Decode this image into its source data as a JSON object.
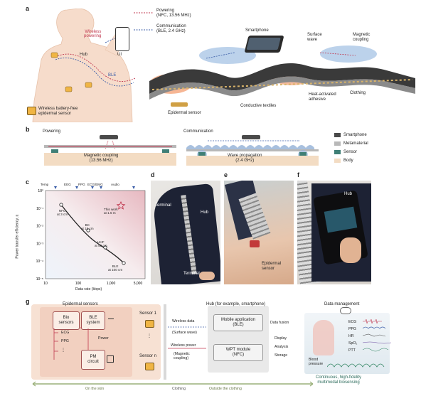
{
  "panel_labels": {
    "a": "a",
    "b": "b",
    "c": "c",
    "d": "d",
    "e": "e",
    "f": "f",
    "g": "g"
  },
  "panel_a": {
    "wireless_powering": "Wireless\npowering",
    "hub": "Hub",
    "ui": "UI",
    "ble": "BLE",
    "sensor_caption": "Wireless battery-free\nepidermal sensor",
    "legend_powering": "Powering\n(NFC, 13.56 MHz)",
    "legend_communication": "Communication\n(BLE, 2.4 GHz)",
    "smartphone": "Smartphone",
    "surface_wave": "Surface\nwave",
    "magnetic_coupling": "Magnetic\ncoupling",
    "clothing": "Clothing",
    "heat_adhesive": "Heat-activated\nadhesive",
    "conductive_textiles": "Conductive textiles",
    "epidermal_sensor": "Epidermal sensor"
  },
  "panel_b": {
    "powering": "Powering",
    "magnetic_coupling": "Magnetic coupling\n(13.56 MHz)",
    "communication": "Communication",
    "wave_propagation": "Wave propagation\n(2.4 GHz)",
    "legend": [
      {
        "label": "Smartphone",
        "color": "#4a4a4a"
      },
      {
        "label": "Metamaterial",
        "color": "#b8b8b8"
      },
      {
        "label": "Sensor",
        "color": "#3f7f76"
      },
      {
        "label": "Body",
        "color": "#f3dcc3"
      }
    ]
  },
  "panel_c": {
    "top_labels": [
      "Temp",
      "EEG",
      "PPG",
      "ECG/EMG",
      "Audio"
    ],
    "ylabel": "Power transfer efficiency, η",
    "xlabel": "Data rate (kbps)",
    "x_ticks": [
      "10",
      "100",
      "1,000",
      "5,000"
    ],
    "y_ticks": [
      "10⁰",
      "10⁻¹",
      "10⁻²",
      "10⁻³",
      "10⁻⁴",
      "10⁻⁵"
    ],
    "points": [
      {
        "label": "NFC\nat 3 cm"
      },
      {
        "label": "BC\nat 15 cm"
      },
      {
        "label": "UHF\nat 50 cm"
      },
      {
        "label": "BLE\nat 100 cm"
      }
    ],
    "star_label": "This work\nat 1.5 m"
  },
  "panel_d": {
    "terminal_top": "Terminal",
    "hub": "Hub",
    "terminal_bottom": "Terminal"
  },
  "panel_e": {
    "epidermal_sensor": "Epidermal\nsensor"
  },
  "panel_f": {
    "hub": "Hub"
  },
  "panel_g": {
    "epidermal_sensors_title": "Epidermal sensors",
    "bio_sensors": "Bio\nsensors",
    "ble_system": "BLE\nsystem",
    "ecg": "ECG",
    "ppg": "PPG",
    "dots": "⋮",
    "power": "Power",
    "pm_circuit": "PM\ncircuit",
    "sensor1": "Sensor 1",
    "sensor_n": "Sensor n",
    "wireless_data": "Wireless data",
    "surface_wave": "(Surface wave)",
    "wireless_power": "Wireless power",
    "magnetic_coupling": "(Magnetic\ncoupling)",
    "hub_title": "Hub (for example, smartphone)",
    "mobile_app": "Mobile application\n(BLE)",
    "wpt_module": "WPT module\n(NFC)",
    "data_fusion": "Data fusion",
    "display": "Display",
    "analysis": "Analysis",
    "storage": "Storage",
    "data_management": "Data management",
    "signals": [
      "ECG",
      "PPG",
      "HR",
      "SpO₂",
      "PTT"
    ],
    "blood_pressure": "Blood\npressure",
    "summary": "Continuous, high-fidelity\nmultimodal biosensing",
    "on_skin": "On the skin",
    "clothing": "Clothing",
    "outside": "Outside the clothing"
  }
}
